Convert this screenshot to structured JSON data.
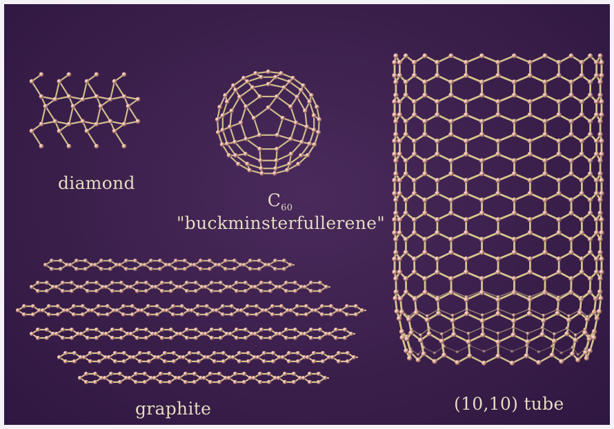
{
  "figure": {
    "background_color": "#3b1f4b",
    "atom_color": "#e9b9a6",
    "bond_color": "#d7c68e"
  },
  "labels": {
    "diamond": "diamond",
    "c60_symbol": "C",
    "c60_subscript": "60",
    "c60_name": "\"buckminsterfullerene\"",
    "graphite": "graphite",
    "tube": "(10,10) tube"
  }
}
